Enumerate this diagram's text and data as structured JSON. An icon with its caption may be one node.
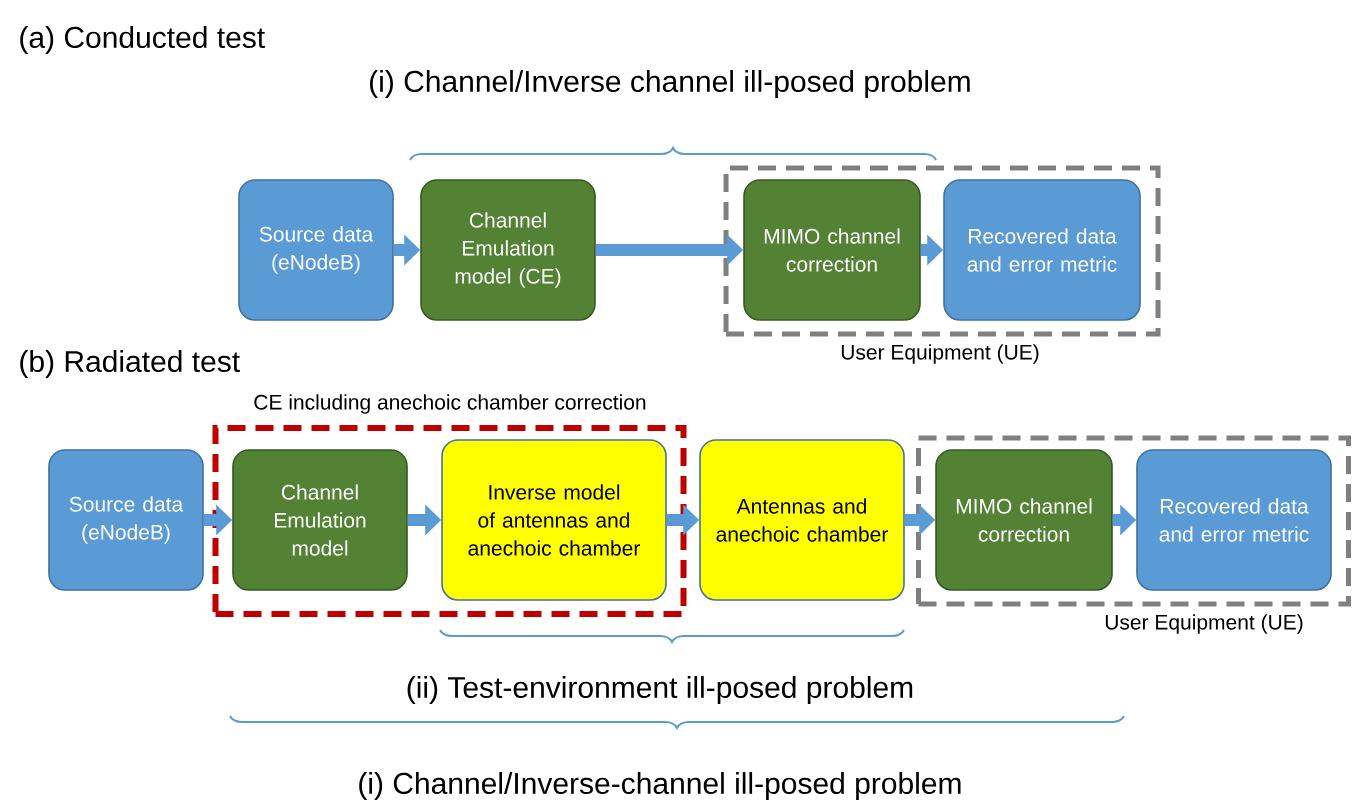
{
  "diagram": {
    "nodes": [
      {
        "text": [
          "Source data (eNodeB)"
        ]
      },
      {
        "text": [
          "Channel Emulation model (CE)"
        ]
      },
      {
        "text": [
          "User Equipment (UE)"
        ]
      },
      {
        "text": [
          "MIMO channel correction"
        ],
        "in": 2
      },
      {
        "text": [
          "Recovered data and error metric"
        ],
        "in": 2
      },
      {
        "text": [
          "Source data (eNodeB)"
        ]
      },
      {
        "text": [
          "CE including anechoic chamber correction"
        ]
      },
      {
        "text": [
          "Channel Emulation model"
        ],
        "in": 6
      },
      {
        "text": [
          "Inverse model of antennas and anechoic chamber"
        ],
        "in": 6
      },
      {
        "text": [
          "Antennas and anechoic chamber"
        ]
      },
      {
        "text": [
          "User Equipment (UE)"
        ]
      },
      {
        "text": [
          "MIMO channel correction"
        ],
        "in": 10
      },
      {
        "text": [
          "Recovered data and error metric"
        ],
        "in": 10
      }
    ],
    "edges": [
      {
        "from": 0,
        "to": 1,
        "arrow": "to"
      },
      {
        "from": 1,
        "to": 3,
        "arrow": "to"
      },
      {
        "from": 3,
        "to": 4,
        "arrow": "to"
      },
      {
        "from": 5,
        "to": 7,
        "arrow": "to"
      },
      {
        "from": 7,
        "to": 8,
        "arrow": "to"
      },
      {
        "from": 8,
        "to": 9,
        "arrow": "to"
      },
      {
        "from": 9,
        "to": 11,
        "arrow": "to"
      },
      {
        "from": 11,
        "to": 12,
        "arrow": "to"
      }
    ],
    "labels": [
      "(a) Conducted test",
      "(i) Channel/Inverse channel ill-posed problem",
      "(b) Radiated test",
      "(ii) Test-environment ill-posed problem",
      "(i) Channel/Inverse-channel ill-posed problem"
    ]
  }
}
